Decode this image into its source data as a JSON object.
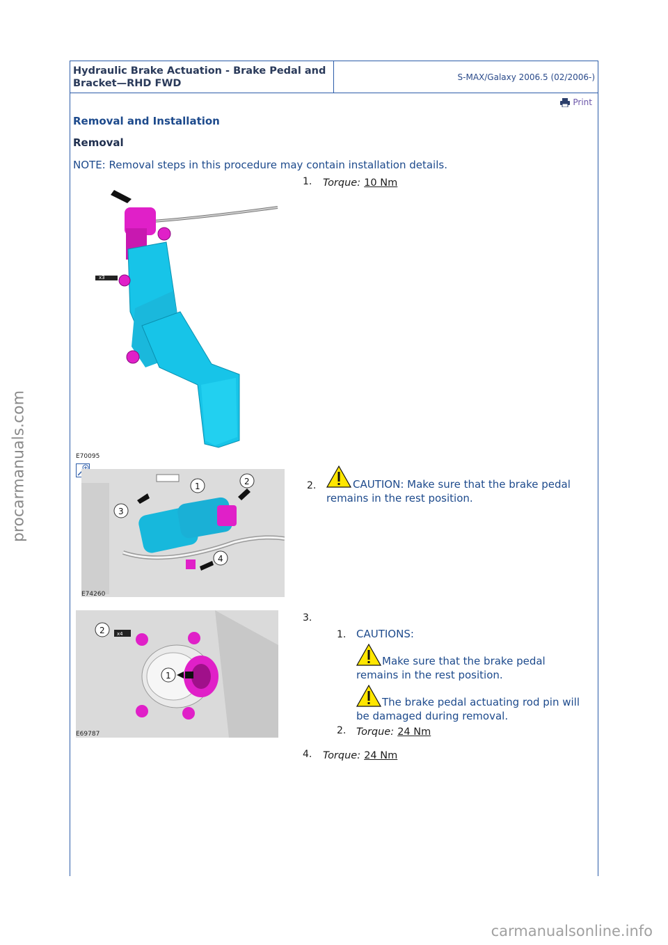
{
  "header": {
    "title": "Hydraulic Brake Actuation - Brake Pedal and Bracket—RHD FWD",
    "model": "S-MAX/Galaxy 2006.5 (02/2006-)"
  },
  "print_label": "Print",
  "section_title": "Removal and Installation",
  "subsection_title": "Removal",
  "note": "NOTE: Removal steps in this procedure may contain installation details.",
  "steps": [
    {
      "num": "1.",
      "torque_label": "Torque:",
      "torque_value": "10 Nm",
      "image_code": "E70095"
    },
    {
      "num": "2.",
      "caution": "CAUTION: Make sure that the brake pedal remains in the rest position.",
      "image_code": "E74260"
    },
    {
      "num": "3.",
      "image_code": "E69787",
      "substeps": [
        {
          "num": "1.",
          "label": "CAUTIONS:",
          "cautions": [
            "Make sure that the brake pedal remains in the rest position.",
            "The brake pedal actuating rod pin will be damaged during removal."
          ]
        },
        {
          "num": "2.",
          "torque_label": "Torque:",
          "torque_value": "24 Nm"
        }
      ]
    },
    {
      "num": "4.",
      "torque_label": "Torque:",
      "torque_value": "24 Nm"
    }
  ],
  "image_callouts": {
    "img1_x": "x3",
    "img2_labels": [
      "1",
      "2",
      "3",
      "4"
    ],
    "img2_tag": "E74260",
    "img3_labels": [
      "1",
      "2"
    ],
    "img3_x": "x4"
  },
  "watermarks": {
    "side": "procarmanuals.com",
    "bottom": "carmanualsonline.info"
  },
  "colors": {
    "accent": "#2b5ba8",
    "link": "#1d4a8c",
    "part_cyan": "#17c4e8",
    "part_magenta": "#e020c8"
  }
}
